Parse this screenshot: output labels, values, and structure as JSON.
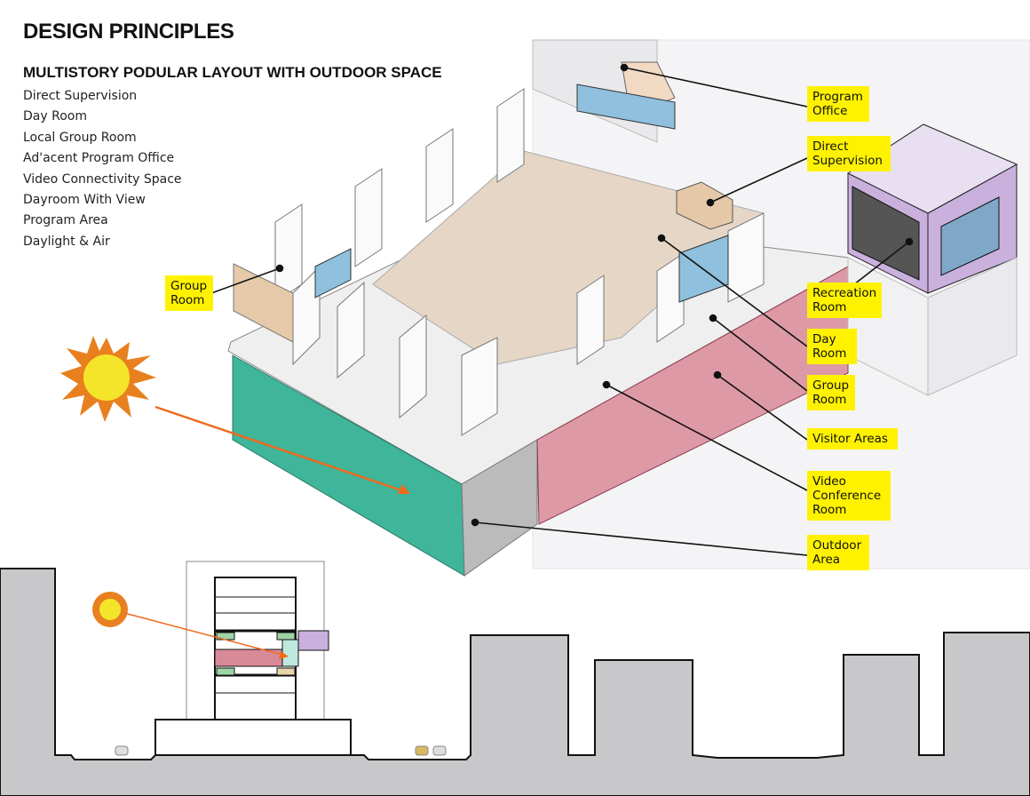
{
  "title": "DESIGN PRINCIPLES",
  "subtitle": "MULTISTORY PODULAR LAYOUT WITH OUTDOOR SPACE",
  "principles": [
    "Direct Supervision",
    "Day Room",
    "Local Group Room",
    "Ad'acent Program Office",
    "Video Connectivity Space",
    "Dayroom With View",
    "Program Area",
    "Daylight & Air"
  ],
  "callouts": {
    "program_office": "Program Office",
    "direct_supervision": "Direct Supervision",
    "recreation_room": "Recreation Room",
    "day_room": "Day Room",
    "group_room_right": "Group Room",
    "visitor_areas": "Visitor Areas",
    "video_conference_room": "Video Conference Room",
    "outdoor_area": "Outdoor Area",
    "group_room_left": "Group Room"
  },
  "colors": {
    "label_bg": "#fff200",
    "sun": "#e8801f",
    "sun_core": "#f5e52a",
    "outdoor": "#3fb59a",
    "visitor": "#d88a98",
    "recreation": "#c9b0dd",
    "ground": "#c8c8ca"
  }
}
